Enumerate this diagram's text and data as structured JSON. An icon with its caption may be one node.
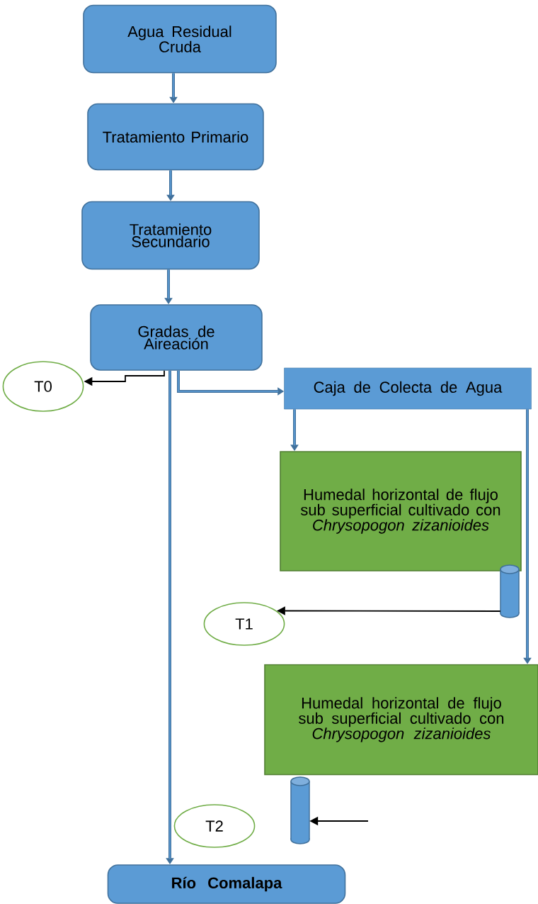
{
  "diagram": {
    "nodes": [
      {
        "text": [
          "Agua Residual Cruda"
        ]
      },
      {
        "text": [
          "Tratamiento Primario"
        ]
      },
      {
        "text": [
          "Tratamiento Secundario"
        ]
      },
      {
        "text": [
          "Gradas de Aireación"
        ]
      },
      {
        "text": [
          "T0"
        ]
      },
      {
        "text": [
          "Caja de Colecta de Agua"
        ]
      },
      {
        "text": [
          "Humedal horizontal de flujo sub superficial cultivado con *Chrysopogon zizanioides*"
        ]
      },
      {
        "text": [],
        "shape": "cylinder"
      },
      {
        "text": [
          "T1"
        ]
      },
      {
        "text": [
          "Humedal horizontal de flujo sub superficial cultivado con *Chrysopogon zizanioides*"
        ]
      },
      {
        "text": [],
        "shape": "cylinder"
      },
      {
        "text": [
          "T2"
        ]
      },
      {
        "text": [
          "Río Comalapa"
        ]
      }
    ],
    "edges": [
      {
        "from": 0,
        "to": 1,
        "arrow": "to"
      },
      {
        "from": 1,
        "to": 2,
        "arrow": "to"
      },
      {
        "from": 2,
        "to": 3,
        "arrow": "to"
      },
      {
        "from": 3,
        "to": 4,
        "arrow": "to",
        "color": "#000000"
      },
      {
        "from": 3,
        "to": 5,
        "arrow": "to"
      },
      {
        "from": 3,
        "to": 12,
        "arrow": "to"
      },
      {
        "from": 5,
        "to": 6,
        "arrow": "to"
      },
      {
        "from": 5,
        "to": 9,
        "arrow": "to"
      },
      {
        "from": 7,
        "to": 8,
        "arrow": "to",
        "color": "#000000"
      },
      {
        "from": null,
        "to": 10,
        "arrow": "to",
        "color": "#000000"
      }
    ]
  }
}
